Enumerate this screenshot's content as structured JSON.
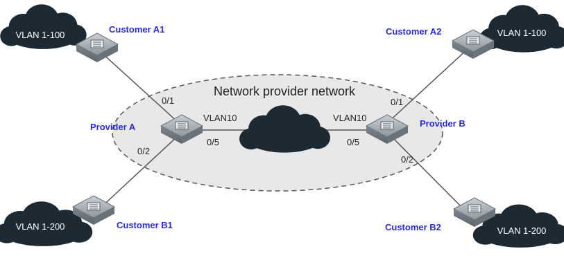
{
  "network_title": "Network provider network",
  "devices": {
    "customer_a1": "Customer A1",
    "customer_a2": "Customer A2",
    "customer_b1": "Customer B1",
    "customer_b2": "Customer B2",
    "provider_a": "Provider A",
    "provider_b": "Provider B"
  },
  "clouds": {
    "top_left": "VLAN 1-100",
    "top_right": "VLAN 1-100",
    "bottom_left": "VLAN 1-200",
    "bottom_right": "VLAN 1-200"
  },
  "ports": {
    "pa_uplink": "0/1",
    "pa_downlink": "0/2",
    "pa_core": "0/5",
    "pb_uplink": "0/1",
    "pb_downlink": "0/2",
    "pb_core": "0/5"
  },
  "vlans": {
    "left": "VLAN10",
    "right": "VLAN10"
  },
  "colors": {
    "cloud": "#1e2a33",
    "ellipse_fill": "#e8e8e8",
    "label_blue": "#2a2ad8",
    "switch": "#9aa3ab"
  }
}
